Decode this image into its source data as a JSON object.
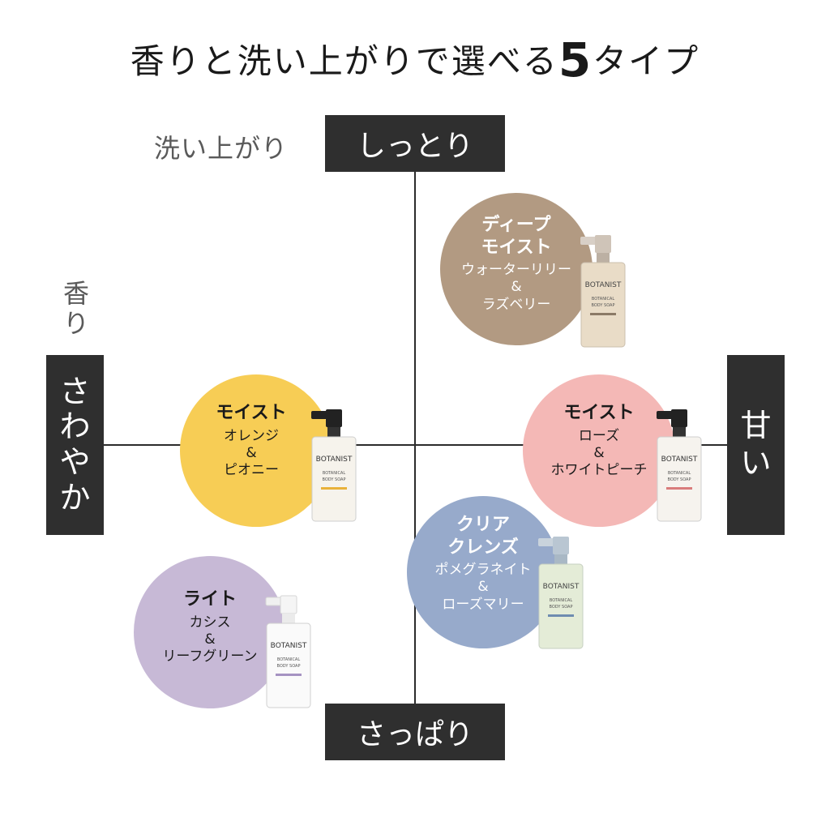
{
  "title": {
    "main": "香りと洗い上がりで選べる",
    "number": "5",
    "suffix": "タイプ"
  },
  "axes": {
    "top": "しっとり",
    "bottom": "さっぱり",
    "left_chars": [
      "さ",
      "わ",
      "や",
      "か"
    ],
    "right_chars": [
      "甘",
      "い"
    ],
    "vertical_label": "洗い上がり",
    "horizontal_label_chars": [
      "香",
      "り"
    ]
  },
  "types": {
    "deep_moist": {
      "name_lines": [
        "ディープ",
        "モイスト"
      ],
      "scent_lines": [
        "ウォーターリリー",
        "&",
        "ラズベリー"
      ],
      "color": "#b29a82"
    },
    "moist_orange": {
      "name_lines": [
        "モイスト"
      ],
      "scent_lines": [
        "オレンジ",
        "&",
        "ピオニー"
      ],
      "color": "#f7cd55"
    },
    "moist_rose": {
      "name_lines": [
        "モイスト"
      ],
      "scent_lines": [
        "ローズ",
        "&",
        "ホワイトピーチ"
      ],
      "color": "#f4b8b6"
    },
    "clear_cleanse": {
      "name_lines": [
        "クリア",
        "クレンズ"
      ],
      "scent_lines": [
        "ポメグラネイト",
        "&",
        "ローズマリー"
      ],
      "color": "#97aacb"
    },
    "light": {
      "name_lines": [
        "ライト"
      ],
      "scent_lines": [
        "カシス",
        "&",
        "リーフグリーン"
      ],
      "color": "#c7b9d6"
    }
  },
  "bottle": {
    "brand": "BOTANIST",
    "line1": "BOTANICAL",
    "line2": "BODY SOAP"
  }
}
